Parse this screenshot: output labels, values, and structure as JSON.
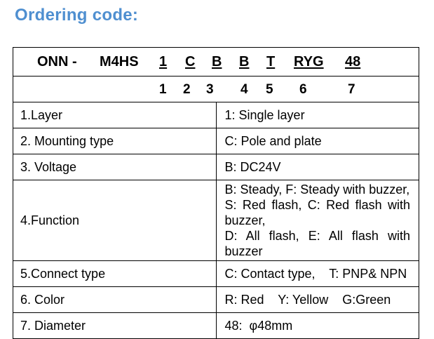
{
  "title": "Ordering code:",
  "code": {
    "prefix": "ONN -",
    "model": "M4HS",
    "parts": [
      "1",
      "C",
      "B",
      "B",
      "T",
      "RYG",
      "48"
    ],
    "numbers": [
      "1",
      "2",
      "3",
      "4",
      "5",
      "6",
      "7"
    ]
  },
  "rows": [
    {
      "label": "1.Layer",
      "value": "1: Single layer"
    },
    {
      "label": "2. Mounting type",
      "value": "C: Pole and plate"
    },
    {
      "label": "3. Voltage",
      "value": "B: DC24V"
    },
    {
      "label": "4.Function",
      "lines": [
        "B: Steady, F: Steady with buzzer,",
        "S: Red flash, C: Red flash with buzzer,",
        "D: All flash, E: All flash with buzzer"
      ]
    },
    {
      "label": "5.Connect type",
      "value": "C: Contact type,    T: PNP& NPN"
    },
    {
      "label": "6. Color",
      "value": "R: Red    Y: Yellow    G:Green"
    },
    {
      "label": "7. Diameter",
      "value": "48:  φ48mm"
    }
  ]
}
